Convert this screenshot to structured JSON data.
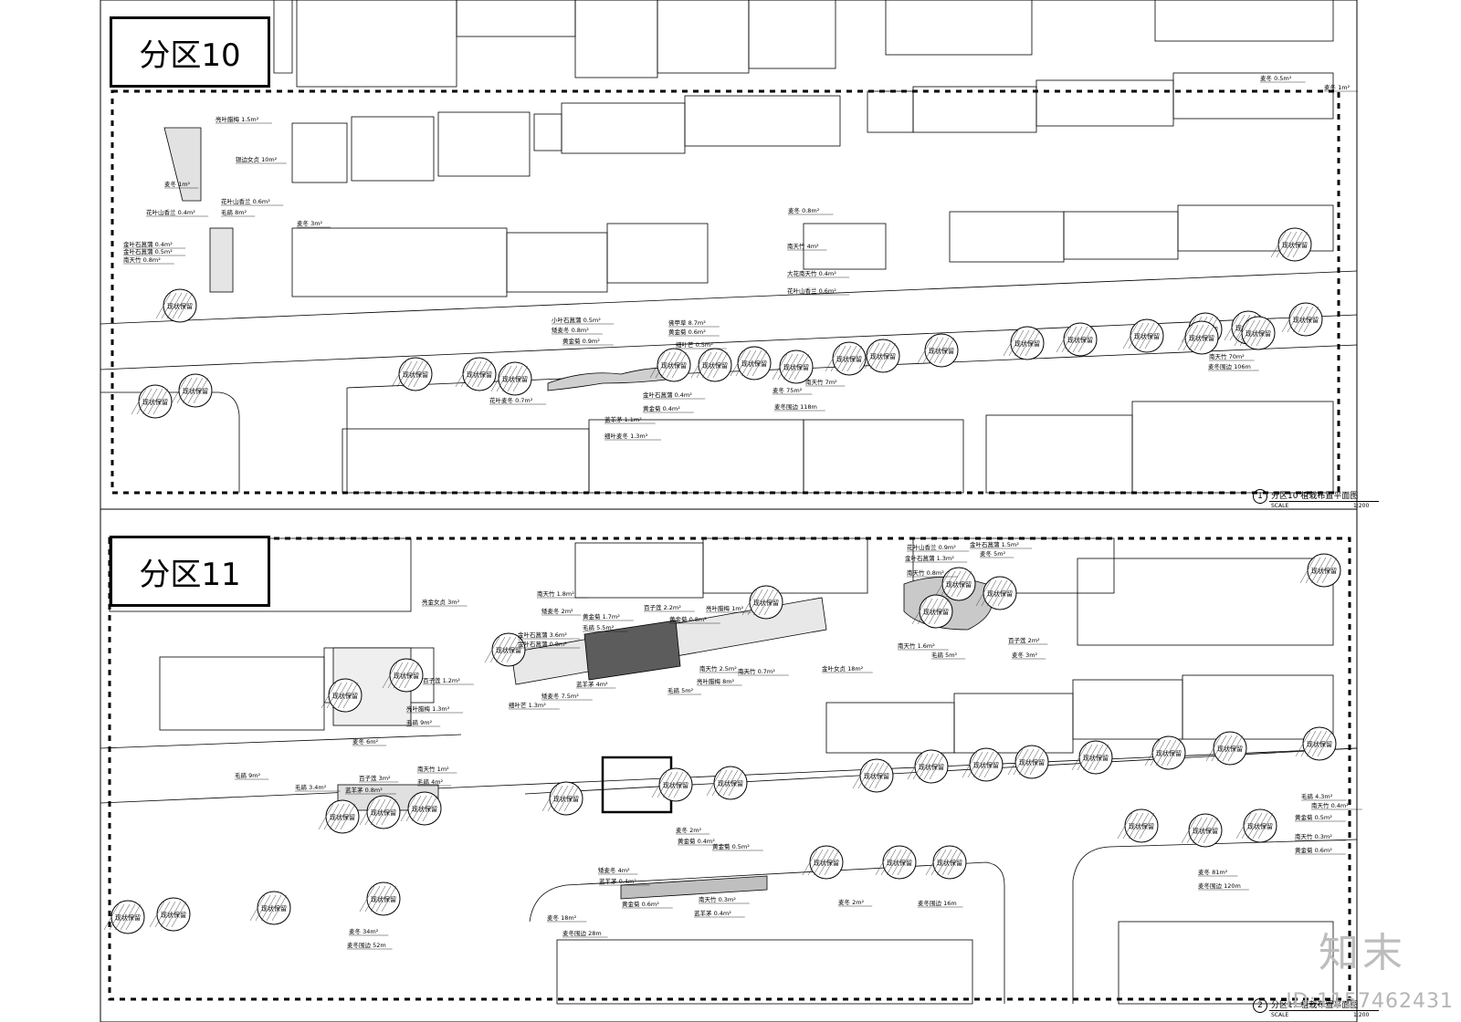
{
  "panels": [
    {
      "title": "分区10",
      "drawing_title": "分区10 植栽布置平面图",
      "drawing_number": "1",
      "scale_label": "SCALE",
      "scale_ratio": "1:200",
      "labels": [
        "亮叶腊梅 1.5m²",
        "银边女贞 10m²",
        "麦冬 1m²",
        "花叶山香兰 0.6m²",
        "毛鹃 8m²",
        "花叶山香兰 0.4m²",
        "金叶石菖蒲 0.4m²",
        "金叶石菖蒲 0.5m²",
        "南天竹 0.8m²",
        "麦冬 3m²",
        "麦冬 0.8m²",
        "南天竹 4m²",
        "大花南天竹 0.4m²",
        "花叶山香兰 0.6m²",
        "小叶石菖蒲 0.5m²",
        "矮麦冬 0.8m²",
        "黄金菊 0.9m²",
        "佛甲草 8.7m²",
        "黄金菊 0.6m²",
        "花叶麦冬 0.7m²",
        "细叶芒 0.5m²",
        "金叶石菖蒲 0.4m²",
        "黄金菊 0.4m²",
        "蓝羊茅 1.1m²",
        "细叶麦冬 1.3m²",
        "麦冬 0.5m²",
        "麦冬 1m²",
        "南天竹 7m²",
        "麦冬 75m²",
        "麦冬围边 118m",
        "南天竹 70m²",
        "麦冬围边 106m"
      ],
      "tags": [
        "现状保留",
        "现状保留",
        "现状保留",
        "现状保留",
        "现状保留",
        "现状保留",
        "现状保留",
        "现状保留",
        "现状保留",
        "现状保留",
        "现状保留",
        "现状保留",
        "现状保留",
        "现状保留",
        "现状保留",
        "现状保留",
        "现状保留",
        "现状保留",
        "现状保留",
        "现状保留",
        "现状保留",
        "现状保留"
      ]
    },
    {
      "title": "分区11",
      "drawing_title": "分区11 植栽布置平面图",
      "drawing_number": "2",
      "scale_label": "SCALE",
      "scale_ratio": "1:200",
      "labels": [
        "亮金女贞 3m²",
        "百子莲 1.2m²",
        "亮叶腊梅 1.3m²",
        "毛鹃 9m²",
        "麦冬 6m²",
        "南天竹 1.8m²",
        "矮麦冬 2m²",
        "金叶石菖蒲 3.6m²",
        "金叶石菖蒲 0.8m²",
        "细叶芒 1.3m²",
        "百子莲 2.2m²",
        "黄金菊 1.7m²",
        "毛鹃 5.5m²",
        "亮叶腊梅 1m²",
        "黄金菊 0.8m²",
        "南天竹 2.5m²",
        "毛鹃 5m²",
        "蓝羊茅 4m²",
        "矮麦冬 7.5m²",
        "亮叶腊梅 8m²",
        "南天竹 0.7m²",
        "金叶女贞 18m²",
        "花叶山香兰 0.9m²",
        "金叶石菖蒲 1.3m²",
        "南天竹 0.8m²",
        "毛鹃 5m²",
        "南天竹 1.6m²",
        "金叶石菖蒲 1.5m²",
        "麦冬 5m²",
        "百子莲 2m²",
        "麦冬 3m²",
        "毛鹃 9m²",
        "百子莲 3m²",
        "毛鹃 3.4m²",
        "蓝羊茅 0.8m²",
        "南天竹 1m²",
        "毛鹃 4m²",
        "麦冬 2m²",
        "黄金菊 0.4m²",
        "矮麦冬 4m²",
        "蓝羊茅 0.4m²",
        "黄金菊 0.5m²",
        "南天竹 0.3m²",
        "黄金菊 0.6m²",
        "蓝羊茅 0.4m²",
        "麦冬 18m²",
        "麦冬围边 28m",
        "麦冬 34m²",
        "麦冬围边 52m",
        "麦冬 2m²",
        "麦冬围边 16m",
        "麦冬 81m²",
        "麦冬围边 120m",
        "毛鹃 4.3m²",
        "南天竹 0.4m²",
        "黄金菊 0.5m²",
        "南天竹 0.3m²",
        "黄金菊 0.6m²"
      ],
      "tags": [
        "现状保留",
        "现状保留",
        "现状保留",
        "现状保留",
        "现状保留",
        "现状保留",
        "现状保留",
        "现状保留",
        "现状保留",
        "现状保留",
        "现状保留",
        "现状保留",
        "现状保留",
        "现状保留",
        "现状保留",
        "现状保留",
        "现状保留",
        "现状保留",
        "现状保留",
        "现状保留",
        "现状保留",
        "现状保留",
        "现状保留",
        "现状保留",
        "现状保留",
        "现状保留",
        "现状保留",
        "现状保留",
        "现状保留",
        "现状保留",
        "现状保留",
        "现状保留"
      ]
    }
  ],
  "watermark_logo": "知末",
  "watermark_id": "ID:1157462431"
}
